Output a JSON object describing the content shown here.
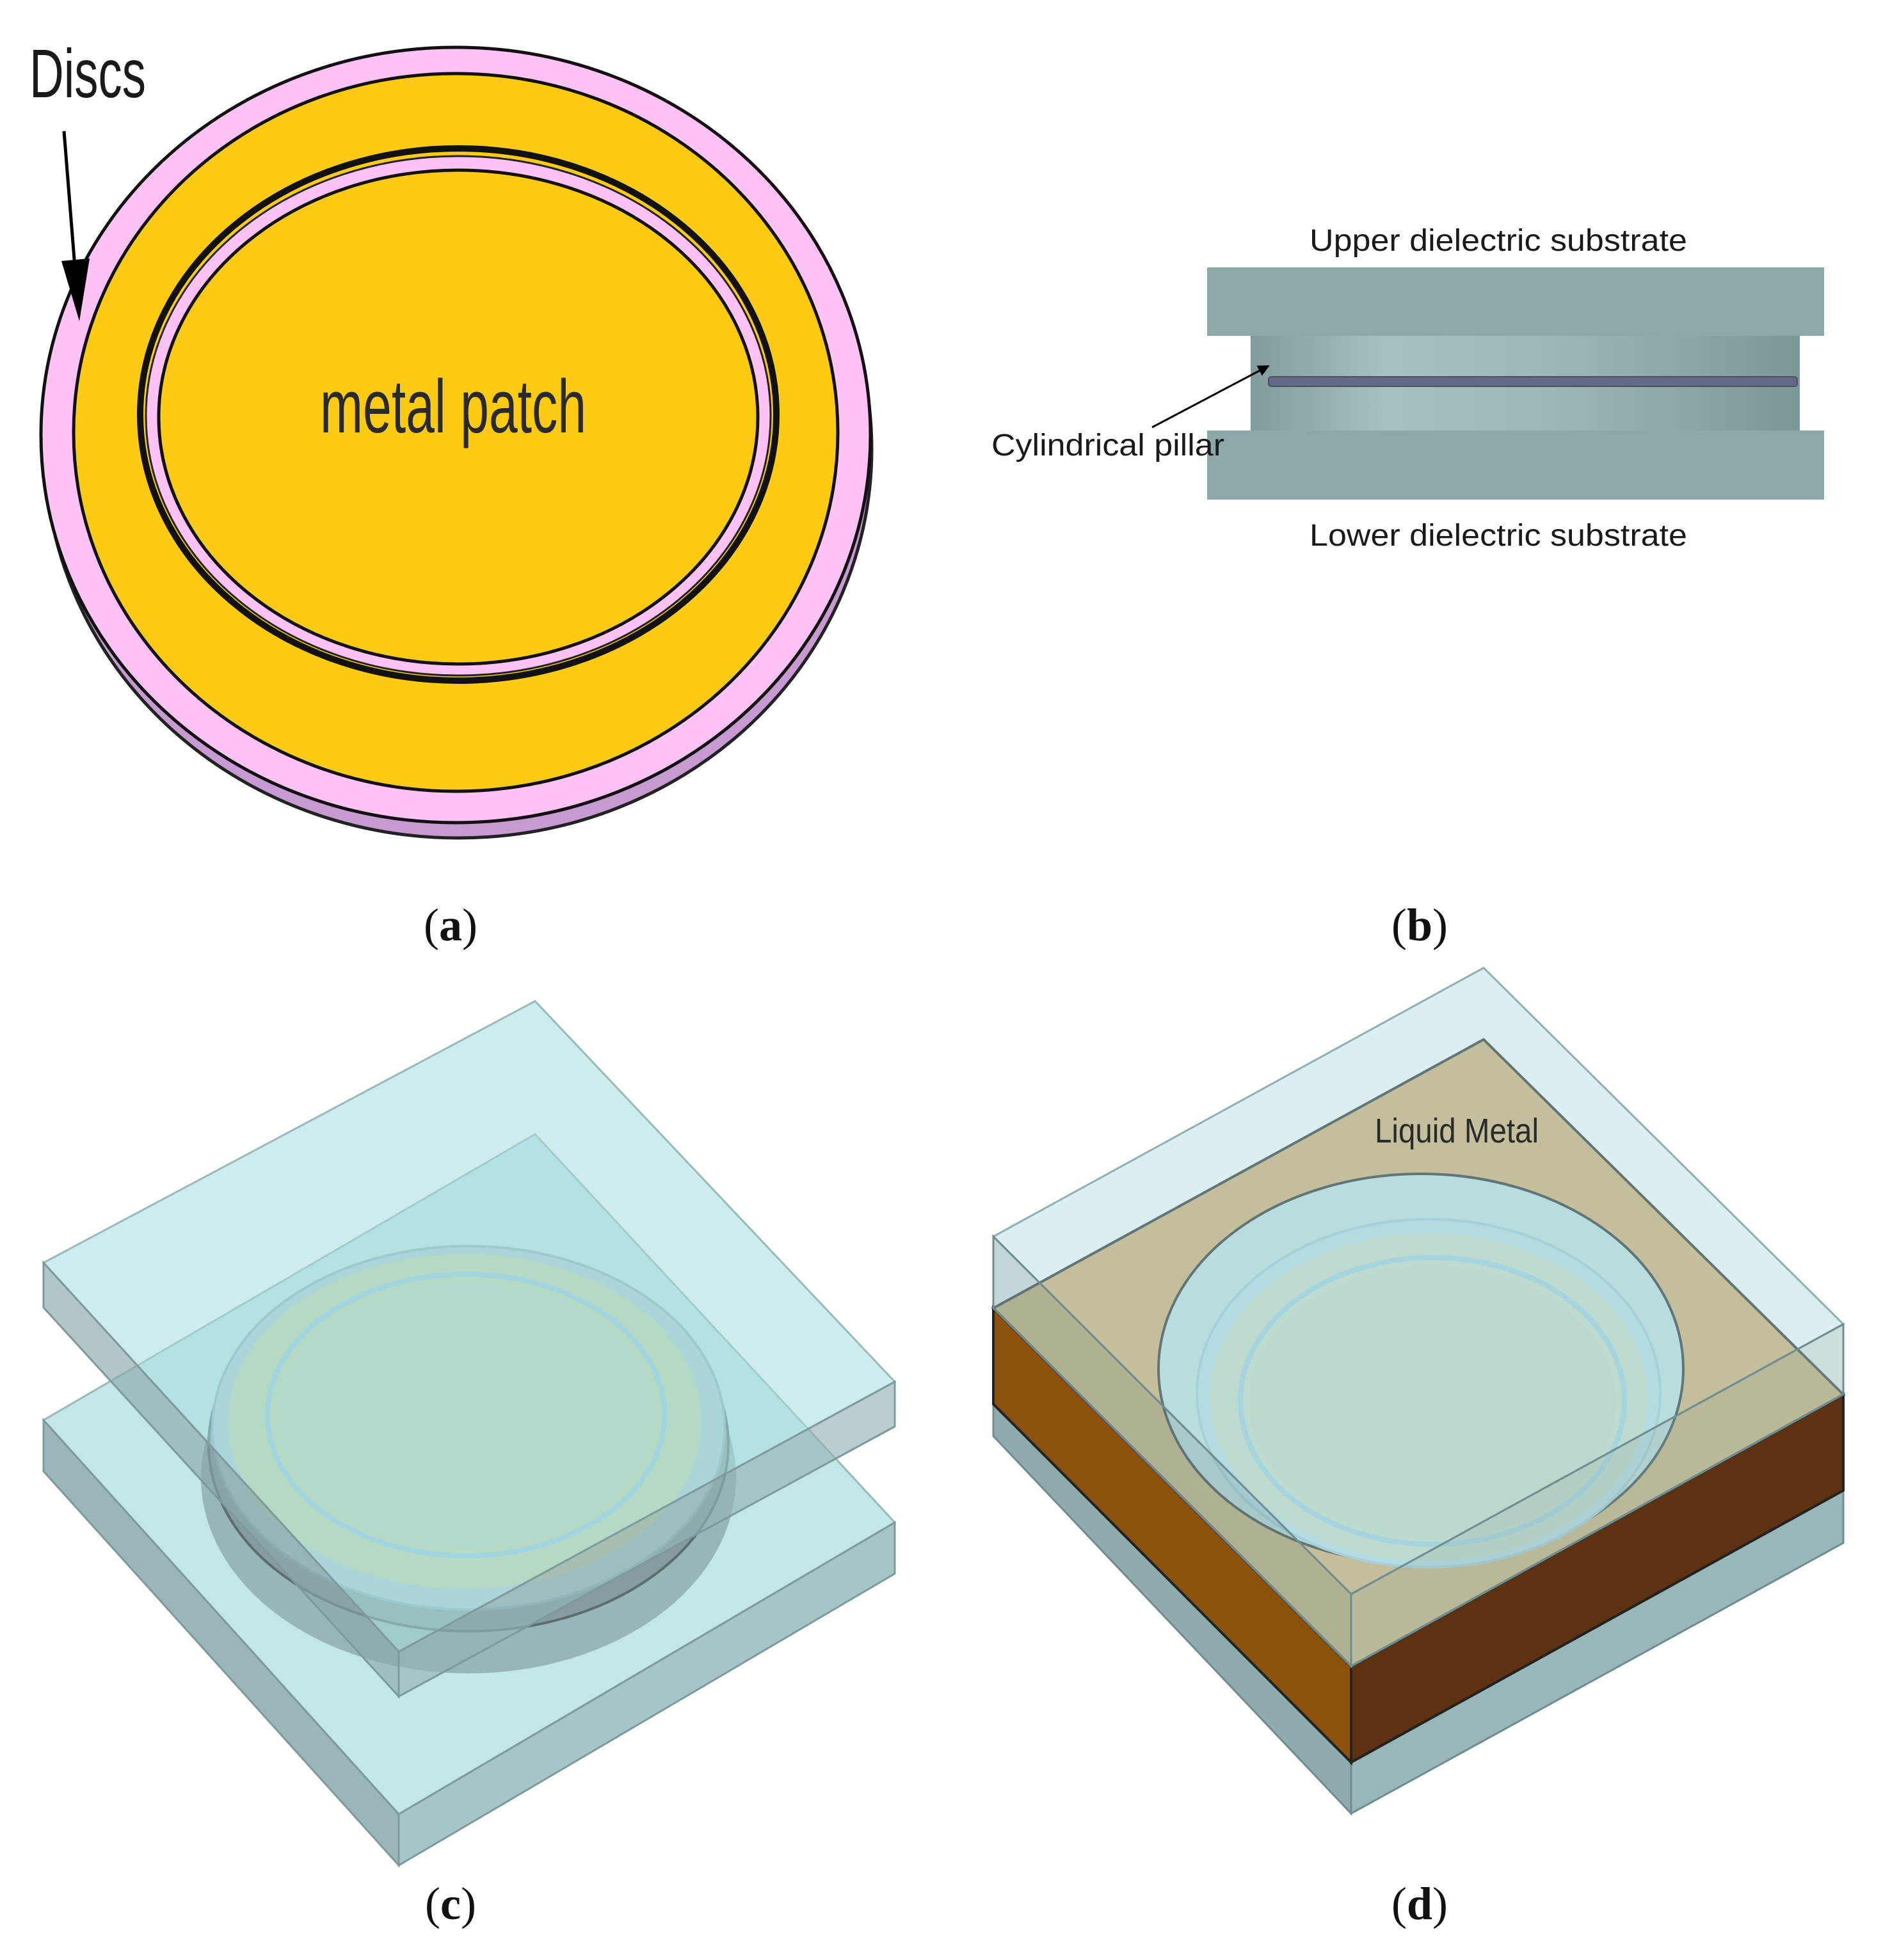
{
  "panels": {
    "a": {
      "caption": "(a)",
      "caption_open": "(",
      "caption_letter": "a",
      "caption_close": ")",
      "labels": {
        "discs": "Discs",
        "center": "metal patch"
      }
    },
    "b": {
      "caption": "(b)",
      "caption_open": "(",
      "caption_letter": "b",
      "caption_close": ")",
      "labels": {
        "upper": "Upper dielectric substrate",
        "pillar": "Cylindrical pillar",
        "lower": "Lower dielectric substrate"
      }
    },
    "c": {
      "caption": "(c)",
      "caption_open": "(",
      "caption_letter": "c",
      "caption_close": ")"
    },
    "d": {
      "caption": "(d)",
      "caption_open": "(",
      "caption_letter": "d",
      "caption_close": ")",
      "labels": {
        "liquid": "Liquid Metal"
      }
    }
  },
  "colors": {
    "patch_gold": "#FDCB14",
    "disc_pink": "#FFC2F4",
    "disc_side": "#C79AD2",
    "substrate": "#8DA9A7",
    "glass": "#B8E2E3",
    "liquid_top": "#D4A865",
    "liquid_side_left": "#8D510E",
    "liquid_side_right": "#5E3110"
  }
}
